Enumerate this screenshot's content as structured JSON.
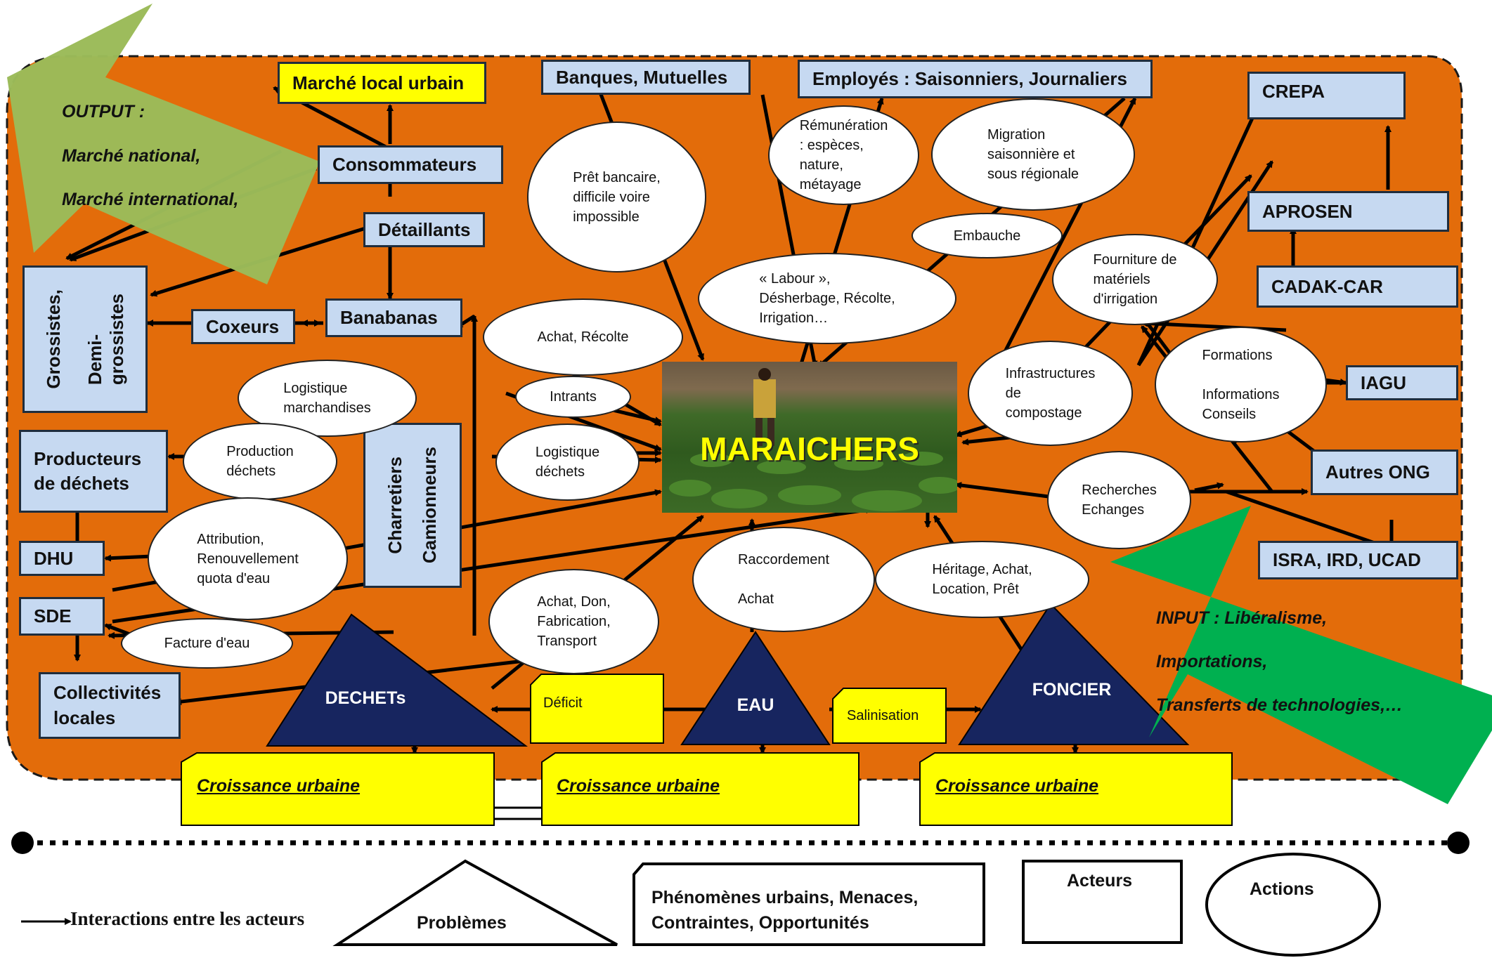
{
  "center": {
    "label": "MARAICHERS"
  },
  "actors": {
    "banques": "Banques, Mutuelles",
    "employes": "Employés : Saisonniers, Journaliers",
    "crepa": "CREPA",
    "aprosen": "APROSEN",
    "cadak": "CADAK-CAR",
    "iagu": "IAGU",
    "autres_ong": "Autres ONG",
    "isra": "ISRA, IRD, UCAD",
    "marche_local": "Marché local urbain",
    "consommateurs": "Consommateurs",
    "detaillants": "Détaillants",
    "grossistes_1": "Grossistes,",
    "grossistes_2": "Demi-\ngrossistes",
    "coxeurs": "Coxeurs",
    "banabanas": "Banabanas",
    "producteurs": "Producteurs\nde déchets",
    "dhu": "DHU",
    "sde": "SDE",
    "collectivites": "Collectivités\nlocales",
    "charretiers": "Charretiers",
    "camionneurs": "Camionneurs"
  },
  "actions": {
    "pret": "Prêt bancaire,\ndifficile voire\nimpossible",
    "remuneration": "Rémunération\n : espèces,\nnature,\nmétayage",
    "migration": "Migration\nsaisonnière  et\nsous régionale",
    "embauche": "Embauche",
    "labour": "« Labour »,\nDésherbage, Récolte,\nIrrigation…",
    "fourniture": "Fourniture de\nmatériels\nd'irrigation",
    "achat_recolte": "Achat,  Récolte",
    "intrants": "Intrants",
    "logistique_dechets": "Logistique\ndéchets",
    "logistique_march": "Logistique\nmarchandises",
    "production_dechets": "Production\ndéchets",
    "attribution": "Attribution,\nRenouvellement\nquota d'eau",
    "facture": "Facture d'eau",
    "achat_don": "Achat, Don,\nFabrication,\nTransport",
    "raccordement": "Raccordement\n\nAchat",
    "heritage": "Héritage, Achat,\nLocation, Prêt",
    "infrastructures": "Infrastructures\nde\ncompostage",
    "formations": "Formations\n\nInformations\nConseils",
    "recherches": "Recherches\nEchanges"
  },
  "problems": {
    "dechets": "DECHETs",
    "eau": "EAU",
    "foncier": "FONCIER"
  },
  "notes": {
    "deficit": "Déficit",
    "salinisation": "Salinisation"
  },
  "growth": [
    "Croissance urbaine",
    "Croissance urbaine",
    "Croissance urbaine"
  ],
  "output": {
    "title": "OUTPUT :",
    "line1": "Marché national,",
    "line2": "Marché international,"
  },
  "input": {
    "line1": "INPUT : Libéralisme,",
    "line2": "Importations,",
    "line3": "Transferts de technologies,…"
  },
  "legend": {
    "interactions": "Interactions entre les acteurs",
    "problemes": "Problèmes",
    "phenomenes": "Phénomènes urbains, Menaces,\nContraintes, Opportunités",
    "acteurs": "Acteurs",
    "actions": "Actions"
  },
  "colors": {
    "background_orange": "#e36c0a",
    "actor_fill": "#c6d9f1",
    "yellow": "#ffff00",
    "problem_navy": "#17255f",
    "output_green": "#9bbb59",
    "input_green": "#00b050"
  }
}
